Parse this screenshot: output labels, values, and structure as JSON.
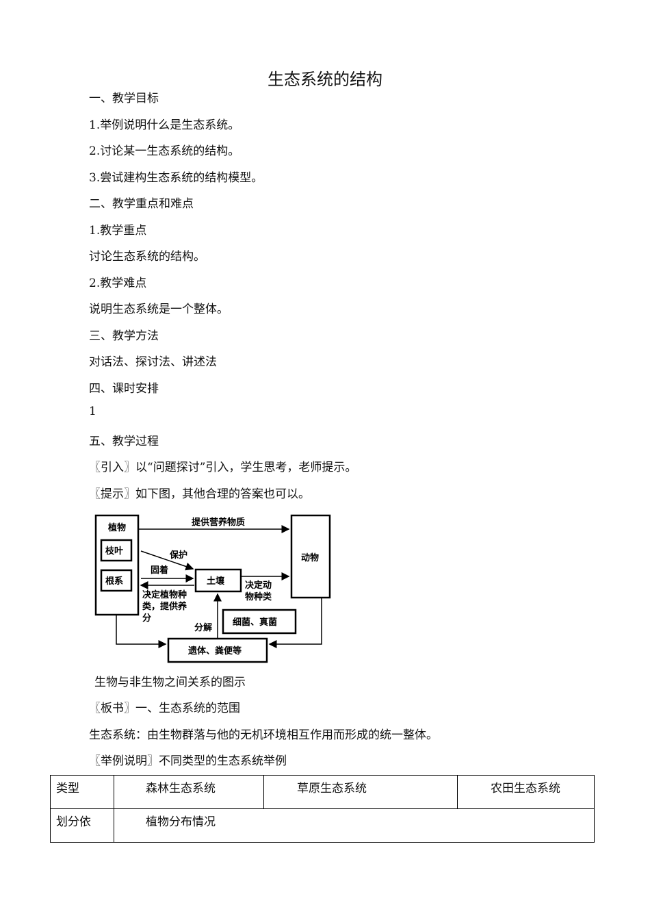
{
  "title": "生态系统的结构",
  "lines": [
    "一、教学目标",
    "1.举例说明什么是生态系统。",
    "2.讨论某一生态系统的结构。",
    "3.尝试建构生态系统的结构模型。",
    "二、教学重点和难点",
    "1.教学重点",
    "讨论生态系统的结构。",
    "2.教学难点",
    "说明生态系统是一个整体。",
    "三、教学方法",
    "对话法、探讨法、讲述法",
    "四、课时安排",
    "1",
    "五、教学过程",
    "〖引入〗以“问题探讨”引入，学生思考，老师提示。",
    "〖提示〗如下图，其他合理的答案也可以。"
  ],
  "diagram": {
    "plant": "植物",
    "leaf": "枝叶",
    "root": "根系",
    "animal": "动物",
    "soil": "土壤",
    "bacteria": "细菌、真菌",
    "remains": "遗体、粪便等",
    "nutrients": "提供营养物质",
    "protect": "保护",
    "fix": "固着",
    "decide_plant_1": "决定植物种",
    "decide_plant_2": "类，提供养",
    "decide_plant_3": "分",
    "decide_animal_1": "决定动",
    "decide_animal_2": "物种类",
    "decompose": "分解"
  },
  "caption": "生物与非生物之间关系的图示",
  "after_lines": [
    "〖板书〗一、生态系统的范围",
    "生态系统：由生物群落与他的无机环境相互作用而形成的统一整体。",
    "〖举例说明〗不同类型的生态系统举例"
  ],
  "table": {
    "header": [
      "类型",
      "森林生态系统",
      "草原生态系统",
      "农田生态系统"
    ],
    "row2": [
      "划分依",
      "植物分布情况"
    ]
  }
}
